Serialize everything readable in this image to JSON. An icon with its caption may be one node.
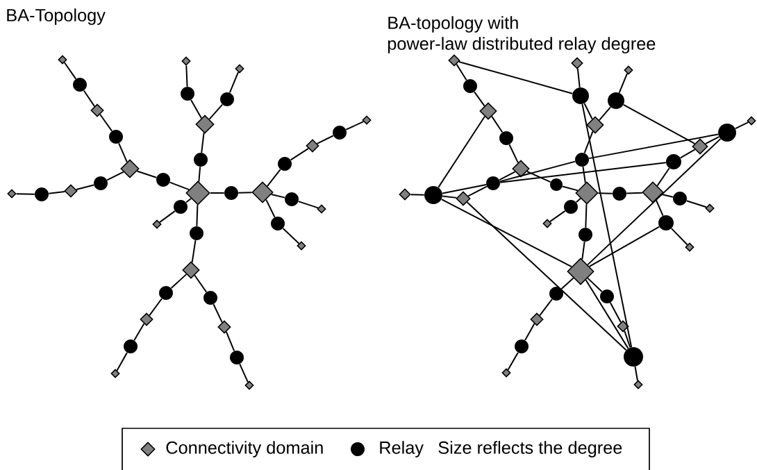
{
  "diagram": {
    "nodes": [
      {
        "text": [],
        "shape": "diamond"
      },
      {
        "text": [],
        "shape": "diamond"
      },
      {
        "text": [],
        "shape": "diamond"
      },
      {
        "text": [],
        "shape": "diamond"
      },
      {
        "text": [],
        "shape": "diamond"
      },
      {
        "text": [],
        "shape": "diamond"
      },
      {
        "text": [],
        "shape": "diamond"
      },
      {
        "text": [],
        "shape": "diamond"
      },
      {
        "text": [],
        "shape": "diamond"
      },
      {
        "text": [],
        "shape": "diamond"
      },
      {
        "text": [],
        "shape": "diamond"
      },
      {
        "text": [],
        "shape": "diamond"
      },
      {
        "text": [],
        "shape": "diamond"
      },
      {
        "text": [],
        "shape": "diamond"
      },
      {
        "text": [],
        "shape": "diamond"
      },
      {
        "text": [],
        "shape": "diamond"
      },
      {
        "text": [],
        "shape": "diamond"
      },
      {
        "text": [],
        "shape": "diamond"
      },
      {
        "text": [],
        "shape": "diamond"
      },
      {
        "text": [],
        "shape": "diamond"
      },
      {
        "text": [],
        "shape": "circle"
      },
      {
        "text": [],
        "shape": "circle"
      },
      {
        "text": [],
        "shape": "circle"
      },
      {
        "text": [],
        "shape": "circle"
      },
      {
        "text": [],
        "shape": "circle"
      },
      {
        "text": [],
        "shape": "circle"
      },
      {
        "text": [],
        "shape": "circle"
      },
      {
        "text": [],
        "shape": "circle"
      },
      {
        "text": [],
        "shape": "circle"
      },
      {
        "text": [],
        "shape": "circle"
      },
      {
        "text": [],
        "shape": "circle"
      },
      {
        "text": [],
        "shape": "circle"
      },
      {
        "text": [],
        "shape": "circle"
      },
      {
        "text": [],
        "shape": "circle"
      },
      {
        "text": [],
        "shape": "circle"
      },
      {
        "text": [],
        "shape": "circle"
      },
      {
        "text": [],
        "shape": "circle"
      },
      {
        "text": [],
        "shape": "circle"
      },
      {
        "text": [],
        "shape": "circle"
      },
      {
        "text": [],
        "shape": "diamond"
      },
      {
        "text": [],
        "shape": "diamond"
      },
      {
        "text": [],
        "shape": "diamond"
      },
      {
        "text": [],
        "shape": "diamond"
      },
      {
        "text": [],
        "shape": "diamond"
      },
      {
        "text": [],
        "shape": "diamond"
      },
      {
        "text": [],
        "shape": "diamond"
      },
      {
        "text": [],
        "shape": "diamond"
      },
      {
        "text": [],
        "shape": "diamond"
      },
      {
        "text": [],
        "shape": "diamond"
      },
      {
        "text": [],
        "shape": "diamond"
      },
      {
        "text": [],
        "shape": "diamond"
      },
      {
        "text": [],
        "shape": "diamond"
      },
      {
        "text": [],
        "shape": "diamond"
      },
      {
        "text": [],
        "shape": "diamond"
      },
      {
        "text": [],
        "shape": "diamond"
      },
      {
        "text": [],
        "shape": "diamond"
      },
      {
        "text": [],
        "shape": "diamond"
      },
      {
        "text": [],
        "shape": "diamond"
      },
      {
        "text": [],
        "shape": "diamond"
      },
      {
        "text": [],
        "shape": "circle"
      },
      {
        "text": [],
        "shape": "circle"
      },
      {
        "text": [],
        "shape": "circle"
      },
      {
        "text": [],
        "shape": "circle"
      },
      {
        "text": [],
        "shape": "circle"
      },
      {
        "text": [],
        "shape": "circle"
      },
      {
        "text": [],
        "shape": "circle"
      },
      {
        "text": [],
        "shape": "circle"
      },
      {
        "text": [],
        "shape": "circle"
      },
      {
        "text": [],
        "shape": "circle"
      },
      {
        "text": [],
        "shape": "circle"
      },
      {
        "text": [],
        "shape": "circle"
      },
      {
        "text": [],
        "shape": "circle"
      },
      {
        "text": [],
        "shape": "circle"
      },
      {
        "text": [],
        "shape": "circle"
      },
      {
        "text": [],
        "shape": "circle"
      },
      {
        "text": [],
        "shape": "circle"
      },
      {
        "text": [],
        "shape": "circle"
      },
      {
        "text": [],
        "shape": "circle"
      }
    ],
    "edges": [
      {
        "from": 0,
        "to": 22,
        "arrow": "none"
      },
      {
        "from": 22,
        "to": 1,
        "arrow": "none"
      },
      {
        "from": 1,
        "to": 21,
        "arrow": "none"
      },
      {
        "from": 21,
        "to": 6,
        "arrow": "none"
      },
      {
        "from": 6,
        "to": 20,
        "arrow": "none"
      },
      {
        "from": 20,
        "to": 5,
        "arrow": "none"
      },
      {
        "from": 1,
        "to": 23,
        "arrow": "none"
      },
      {
        "from": 23,
        "to": 7,
        "arrow": "none"
      },
      {
        "from": 7,
        "to": 24,
        "arrow": "none"
      },
      {
        "from": 24,
        "to": 8,
        "arrow": "none"
      },
      {
        "from": 0,
        "to": 27,
        "arrow": "none"
      },
      {
        "from": 27,
        "to": 3,
        "arrow": "none"
      },
      {
        "from": 3,
        "to": 25,
        "arrow": "none"
      },
      {
        "from": 25,
        "to": 9,
        "arrow": "none"
      },
      {
        "from": 3,
        "to": 26,
        "arrow": "none"
      },
      {
        "from": 26,
        "to": 10,
        "arrow": "none"
      },
      {
        "from": 0,
        "to": 28,
        "arrow": "none"
      },
      {
        "from": 28,
        "to": 2,
        "arrow": "none"
      },
      {
        "from": 2,
        "to": 29,
        "arrow": "none"
      },
      {
        "from": 29,
        "to": 11,
        "arrow": "none"
      },
      {
        "from": 11,
        "to": 30,
        "arrow": "none"
      },
      {
        "from": 30,
        "to": 12,
        "arrow": "none"
      },
      {
        "from": 2,
        "to": 31,
        "arrow": "none"
      },
      {
        "from": 31,
        "to": 13,
        "arrow": "none"
      },
      {
        "from": 2,
        "to": 32,
        "arrow": "none"
      },
      {
        "from": 32,
        "to": 14,
        "arrow": "none"
      },
      {
        "from": 0,
        "to": 33,
        "arrow": "none"
      },
      {
        "from": 33,
        "to": 15,
        "arrow": "none"
      },
      {
        "from": 0,
        "to": 34,
        "arrow": "none"
      },
      {
        "from": 34,
        "to": 4,
        "arrow": "none"
      },
      {
        "from": 4,
        "to": 35,
        "arrow": "none"
      },
      {
        "from": 35,
        "to": 16,
        "arrow": "none"
      },
      {
        "from": 16,
        "to": 36,
        "arrow": "none"
      },
      {
        "from": 36,
        "to": 17,
        "arrow": "none"
      },
      {
        "from": 4,
        "to": 37,
        "arrow": "none"
      },
      {
        "from": 37,
        "to": 18,
        "arrow": "none"
      },
      {
        "from": 18,
        "to": 38,
        "arrow": "none"
      },
      {
        "from": 38,
        "to": 19,
        "arrow": "none"
      },
      {
        "from": 39,
        "to": 61,
        "arrow": "none"
      },
      {
        "from": 61,
        "to": 40,
        "arrow": "none"
      },
      {
        "from": 40,
        "to": 60,
        "arrow": "none"
      },
      {
        "from": 60,
        "to": 45,
        "arrow": "none"
      },
      {
        "from": 45,
        "to": 59,
        "arrow": "none"
      },
      {
        "from": 59,
        "to": 44,
        "arrow": "none"
      },
      {
        "from": 40,
        "to": 62,
        "arrow": "none"
      },
      {
        "from": 62,
        "to": 46,
        "arrow": "none"
      },
      {
        "from": 46,
        "to": 63,
        "arrow": "none"
      },
      {
        "from": 63,
        "to": 47,
        "arrow": "none"
      },
      {
        "from": 39,
        "to": 66,
        "arrow": "none"
      },
      {
        "from": 66,
        "to": 42,
        "arrow": "none"
      },
      {
        "from": 42,
        "to": 64,
        "arrow": "none"
      },
      {
        "from": 64,
        "to": 48,
        "arrow": "none"
      },
      {
        "from": 42,
        "to": 65,
        "arrow": "none"
      },
      {
        "from": 65,
        "to": 49,
        "arrow": "none"
      },
      {
        "from": 39,
        "to": 67,
        "arrow": "none"
      },
      {
        "from": 67,
        "to": 41,
        "arrow": "none"
      },
      {
        "from": 41,
        "to": 68,
        "arrow": "none"
      },
      {
        "from": 68,
        "to": 50,
        "arrow": "none"
      },
      {
        "from": 50,
        "to": 69,
        "arrow": "none"
      },
      {
        "from": 69,
        "to": 51,
        "arrow": "none"
      },
      {
        "from": 41,
        "to": 70,
        "arrow": "none"
      },
      {
        "from": 70,
        "to": 52,
        "arrow": "none"
      },
      {
        "from": 41,
        "to": 71,
        "arrow": "none"
      },
      {
        "from": 71,
        "to": 53,
        "arrow": "none"
      },
      {
        "from": 39,
        "to": 72,
        "arrow": "none"
      },
      {
        "from": 72,
        "to": 54,
        "arrow": "none"
      },
      {
        "from": 39,
        "to": 73,
        "arrow": "none"
      },
      {
        "from": 73,
        "to": 43,
        "arrow": "none"
      },
      {
        "from": 43,
        "to": 74,
        "arrow": "none"
      },
      {
        "from": 74,
        "to": 55,
        "arrow": "none"
      },
      {
        "from": 55,
        "to": 75,
        "arrow": "none"
      },
      {
        "from": 75,
        "to": 56,
        "arrow": "none"
      },
      {
        "from": 43,
        "to": 76,
        "arrow": "none"
      },
      {
        "from": 76,
        "to": 57,
        "arrow": "none"
      },
      {
        "from": 57,
        "to": 77,
        "arrow": "none"
      },
      {
        "from": 77,
        "to": 58,
        "arrow": "none"
      },
      {
        "from": 44,
        "to": 64,
        "arrow": "none"
      },
      {
        "from": 45,
        "to": 63,
        "arrow": "none"
      },
      {
        "from": 65,
        "to": 50,
        "arrow": "none"
      },
      {
        "from": 64,
        "to": 77,
        "arrow": "none"
      },
      {
        "from": 62,
        "to": 66,
        "arrow": "none"
      },
      {
        "from": 66,
        "to": 69,
        "arrow": "none"
      },
      {
        "from": 62,
        "to": 68,
        "arrow": "none"
      },
      {
        "from": 63,
        "to": 62,
        "arrow": "none"
      },
      {
        "from": 69,
        "to": 43,
        "arrow": "none"
      },
      {
        "from": 71,
        "to": 43,
        "arrow": "none"
      },
      {
        "from": 63,
        "to": 43,
        "arrow": "none"
      },
      {
        "from": 46,
        "to": 77,
        "arrow": "none"
      },
      {
        "from": 43,
        "to": 77,
        "arrow": "none"
      }
    ],
    "labels": [
      "BA-Topology",
      "BA-topology with power-law distributed relay degree",
      "Size reflects the degree"
    ],
    "legend": [
      {
        "text": "Connectivity domain"
      },
      {
        "text": "Relay"
      }
    ]
  }
}
